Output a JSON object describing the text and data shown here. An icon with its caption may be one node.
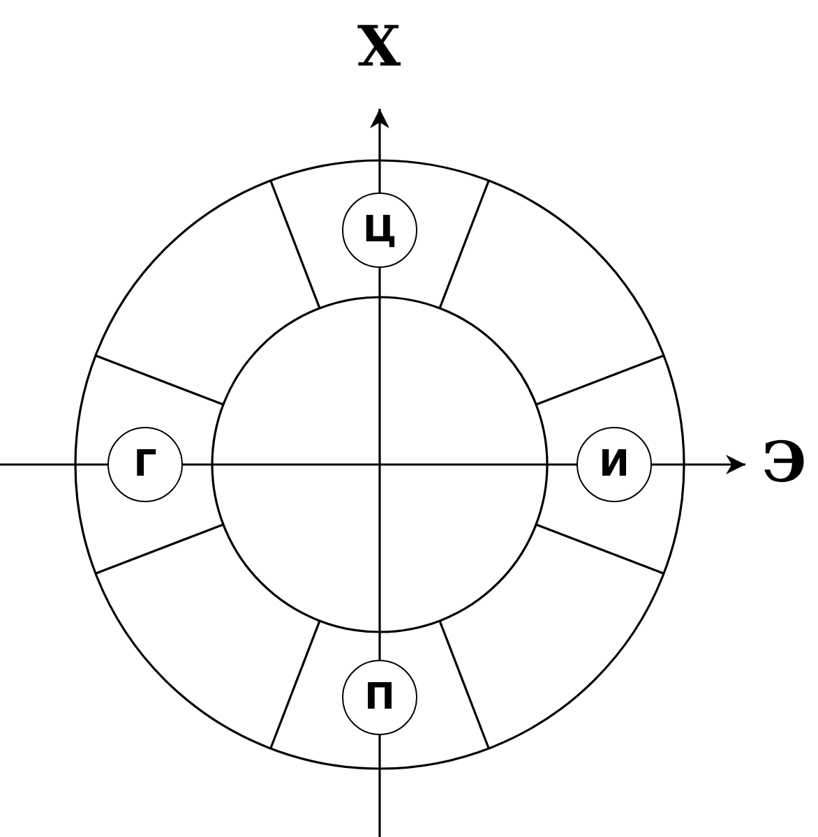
{
  "diagram": {
    "nodes": [
      {
        "text": [
          "Ц"
        ]
      },
      {
        "text": [
          "Г"
        ]
      },
      {
        "text": [
          "И"
        ]
      },
      {
        "text": [
          "П"
        ]
      }
    ],
    "labels": [
      "Х",
      "Э"
    ]
  }
}
